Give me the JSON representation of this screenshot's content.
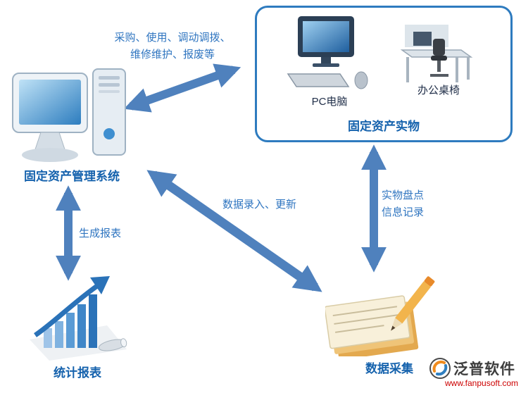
{
  "colors": {
    "arrow_blue": "#4f81bd",
    "title_blue": "#1562ad",
    "text_blue": "#2f75c0",
    "box_border_blue": "#2e7bbf",
    "url_red": "#cc0000"
  },
  "diagram": {
    "system_label": "固定资产管理系统",
    "asset_box": {
      "title": "固定资产实物",
      "pc_label": "PC电脑",
      "desk_label": "办公桌椅"
    },
    "report_label": "统计报表",
    "collect_label": "数据采集",
    "arrows": {
      "procurement_line1": "采购、使用、调动调拨、",
      "procurement_line2": "维修维护、报废等",
      "generate_report": "生成报表",
      "data_entry": "数据录入、更新",
      "inventory_line1": "实物盘点",
      "inventory_line2": "信息记录"
    }
  },
  "footer": {
    "brand": "泛普软件",
    "url": "www.fanpusoft.com"
  }
}
